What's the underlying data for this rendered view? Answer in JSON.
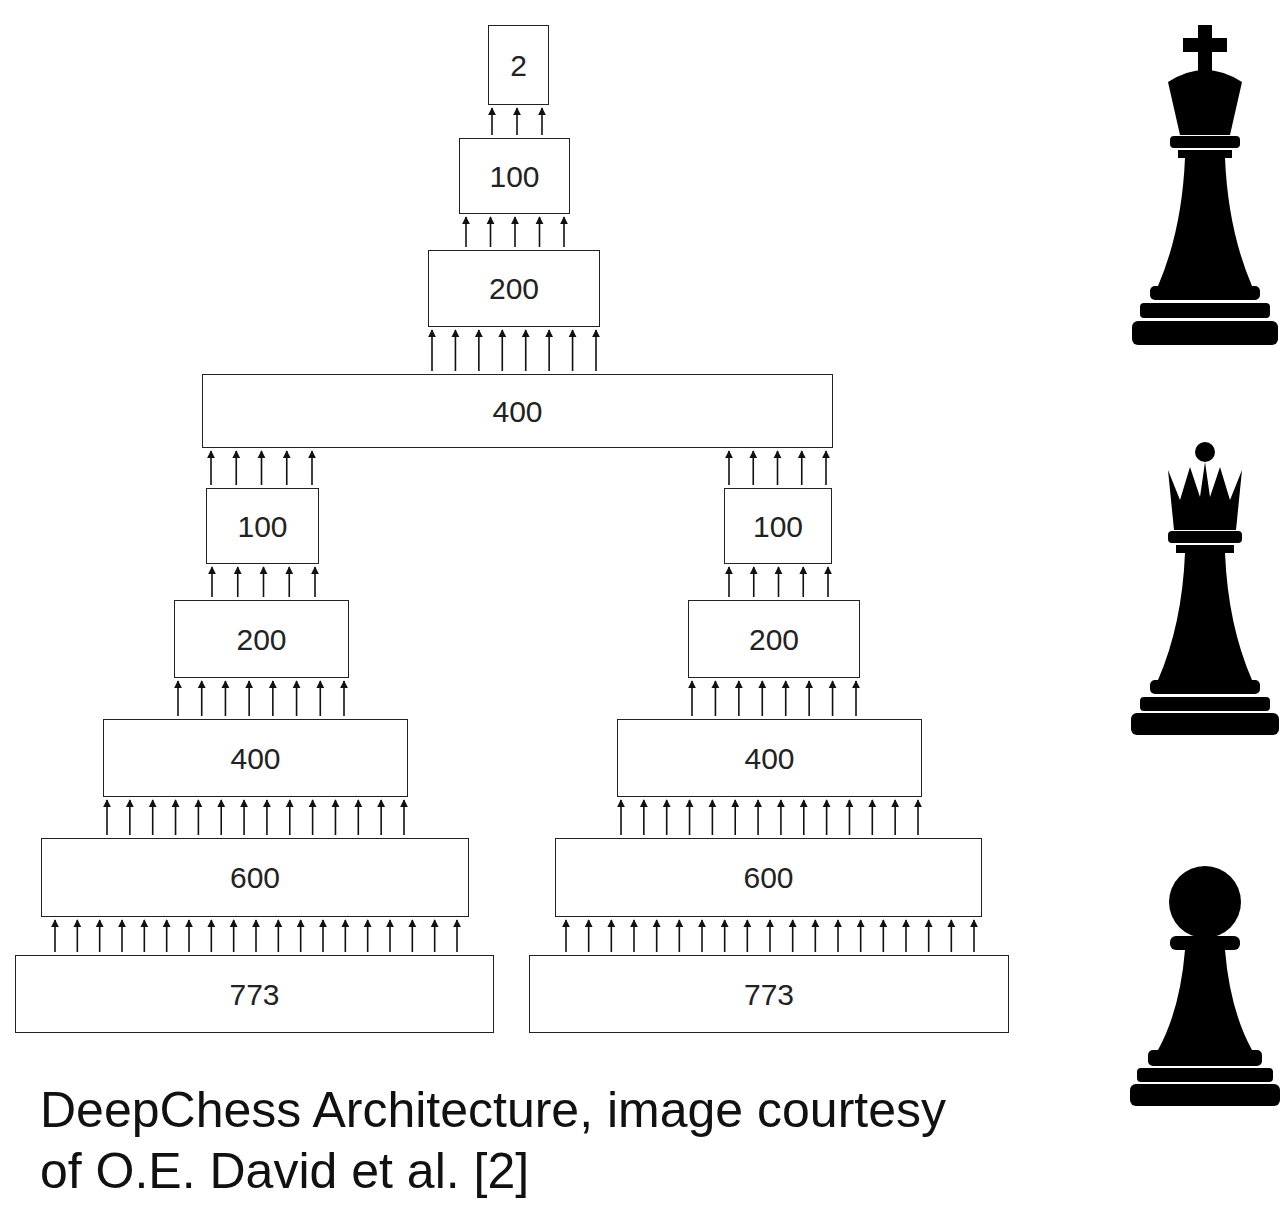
{
  "diagram": {
    "caption": "DeepChess Architecture, image courtesy of O.E. David et al. [2]",
    "nodes": [
      {
        "text": [
          "2"
        ]
      },
      {
        "text": [
          "100"
        ]
      },
      {
        "text": [
          "200"
        ]
      },
      {
        "text": [
          "400"
        ]
      },
      {
        "text": [
          "100"
        ]
      },
      {
        "text": [
          "100"
        ]
      },
      {
        "text": [
          "200"
        ]
      },
      {
        "text": [
          "200"
        ]
      },
      {
        "text": [
          "400"
        ]
      },
      {
        "text": [
          "400"
        ]
      },
      {
        "text": [
          "600"
        ]
      },
      {
        "text": [
          "600"
        ]
      },
      {
        "text": [
          "773"
        ]
      },
      {
        "text": [
          "773"
        ]
      }
    ],
    "edges": [
      {
        "from": 1,
        "to": 0,
        "arrow": "to"
      },
      {
        "from": 2,
        "to": 1,
        "arrow": "to"
      },
      {
        "from": 3,
        "to": 2,
        "arrow": "to"
      },
      {
        "from": 4,
        "to": 3,
        "arrow": "to"
      },
      {
        "from": 5,
        "to": 3,
        "arrow": "to"
      },
      {
        "from": 6,
        "to": 4,
        "arrow": "to"
      },
      {
        "from": 7,
        "to": 5,
        "arrow": "to"
      },
      {
        "from": 8,
        "to": 6,
        "arrow": "to"
      },
      {
        "from": 9,
        "to": 7,
        "arrow": "to"
      },
      {
        "from": 10,
        "to": 8,
        "arrow": "to"
      },
      {
        "from": 11,
        "to": 9,
        "arrow": "to"
      },
      {
        "from": 12,
        "to": 10,
        "arrow": "to"
      },
      {
        "from": 13,
        "to": 11,
        "arrow": "to"
      }
    ]
  }
}
